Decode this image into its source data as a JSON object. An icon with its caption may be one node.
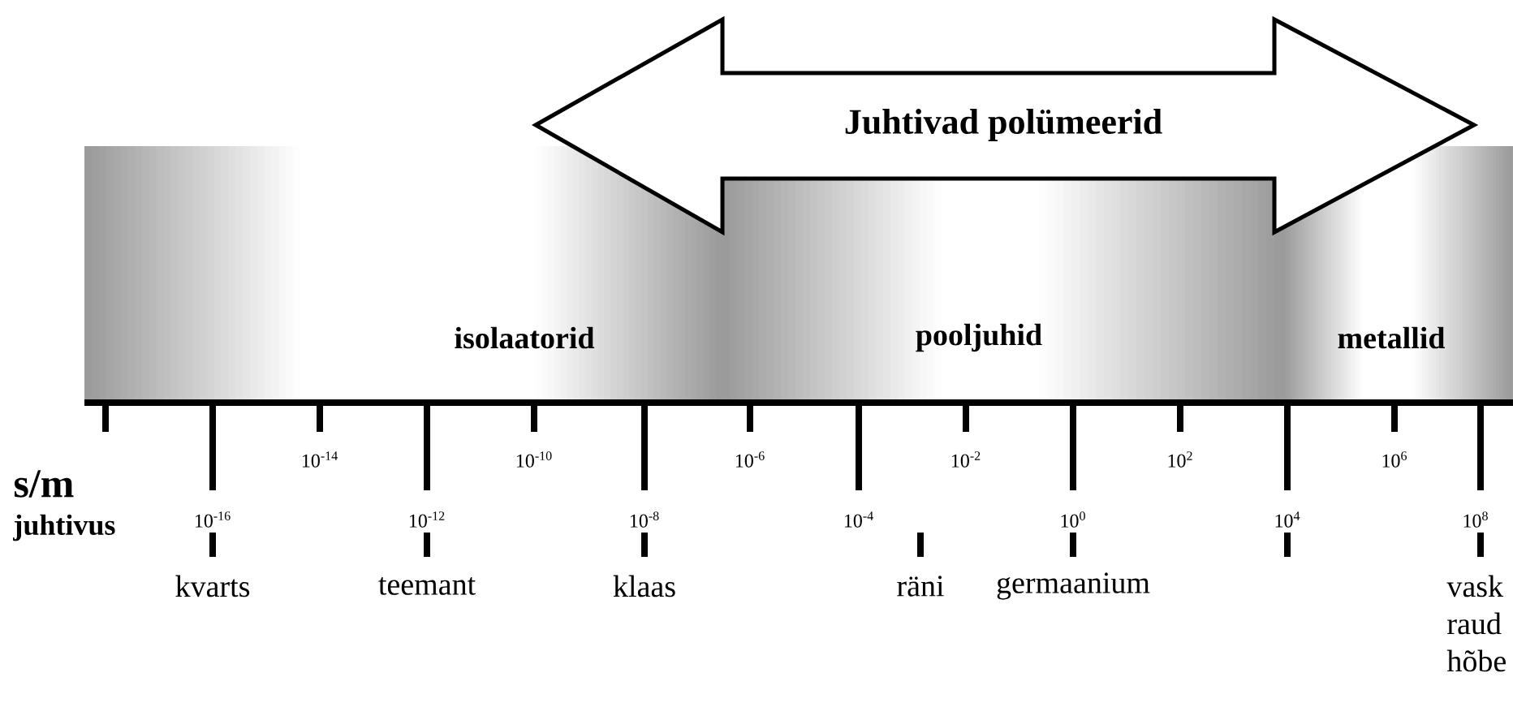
{
  "diagram": {
    "nodes": [
      {
        "text": [
          "Juhtivad polümeerid"
        ]
      },
      {
        "text": [
          "isolaatorid"
        ]
      },
      {
        "text": [
          "pooljuhid"
        ]
      },
      {
        "text": [
          "metallid"
        ]
      }
    ],
    "labels": [
      "10$^{-14}$",
      "10$^{-10}$",
      "10$^{-6}$",
      "10$^{-2}$",
      "10$^{2}$",
      "10$^{6}$",
      "s/m",
      "juhtivus",
      "10$^{-16}$",
      "10$^{-12}$",
      "10$^{-8}$",
      "10$^{-4}$",
      "10$^{0}$",
      "10$^{4}$",
      "10$^{8}$",
      "kvarts",
      "teemant",
      "klaas",
      "räni",
      "germaanium",
      "vask",
      "raud",
      "hõbe"
    ]
  }
}
